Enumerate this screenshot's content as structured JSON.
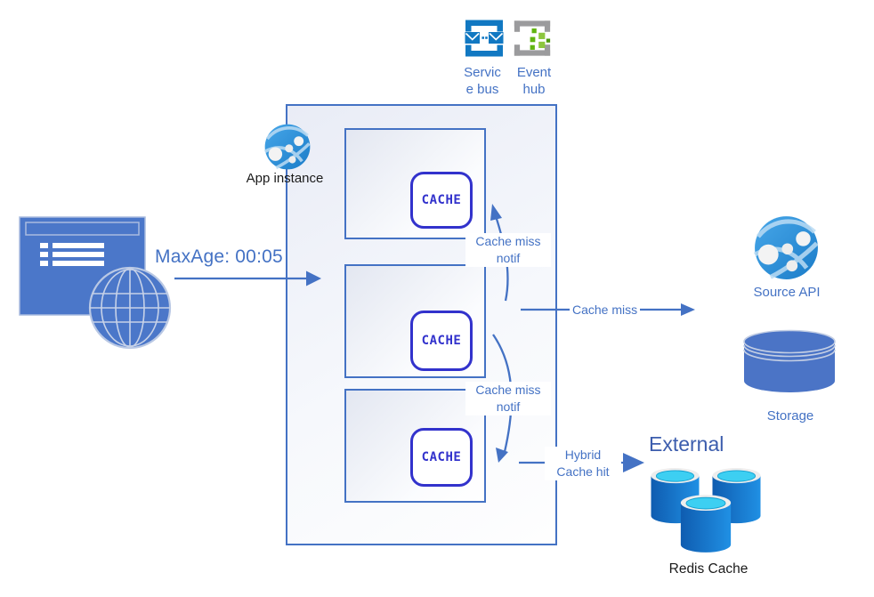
{
  "colors": {
    "accent": "#4472C4",
    "cache_badge": "#3232CC",
    "external_text": "#3C5DAD",
    "service_bus_blue": "#1178C2",
    "event_hub_gray": "#9B9B9D",
    "event_hub_green": "#8DC63F",
    "redis_cyan": "#3DCFF2",
    "storage_blue": "#4B74C6"
  },
  "labels": {
    "service_bus": {
      "line1": "Servic",
      "line2": "e bus"
    },
    "event_hub": {
      "line1": "Event",
      "line2": "hub"
    },
    "app_instance": "App instance",
    "max_age": "MaxAge: 00:05",
    "cache_badge": "CACHE",
    "cache_miss_notif": {
      "line1": "Cache miss",
      "line2": "notif"
    },
    "cache_miss": "Cache miss",
    "hybrid_cache_hit": {
      "line1": "Hybrid",
      "line2": "Cache hit"
    },
    "external": "External",
    "source_api": "Source API",
    "storage": "Storage",
    "redis_cache": "Redis Cache"
  }
}
